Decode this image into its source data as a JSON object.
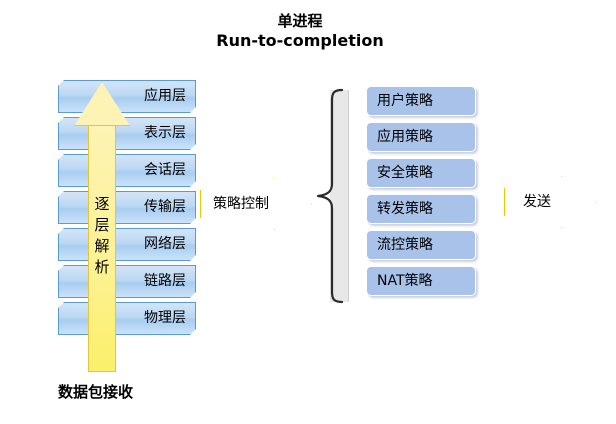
{
  "title": {
    "line1": "单进程",
    "line2": "Run-to-completion"
  },
  "osi_stack": {
    "caption": "数据包接收",
    "layers": [
      {
        "label": "应用层"
      },
      {
        "label": "表示层"
      },
      {
        "label": "会话层"
      },
      {
        "label": "传输层"
      },
      {
        "label": "网络层"
      },
      {
        "label": "链路层"
      },
      {
        "label": "物理层"
      }
    ]
  },
  "up_arrow": {
    "label": "逐层解析"
  },
  "policy_control_arrow": {
    "label": "策略控制"
  },
  "policy_list": {
    "items": [
      {
        "label": "用户策略"
      },
      {
        "label": "应用策略"
      },
      {
        "label": "安全策略"
      },
      {
        "label": "转发策略"
      },
      {
        "label": "流控策略"
      },
      {
        "label": "NAT策略"
      }
    ]
  },
  "send_arrow": {
    "label": "发送"
  },
  "colors": {
    "layer_fill": "#bcd8f3",
    "layer_border": "#5b9bd5",
    "arrow_fill": "#fdf296",
    "arrow_border": "#e8c43a",
    "policy_fill": "#a9c2ea",
    "callout_border": "#ffc000",
    "brace_fill": "#e8e8e8",
    "text": "#000000"
  }
}
